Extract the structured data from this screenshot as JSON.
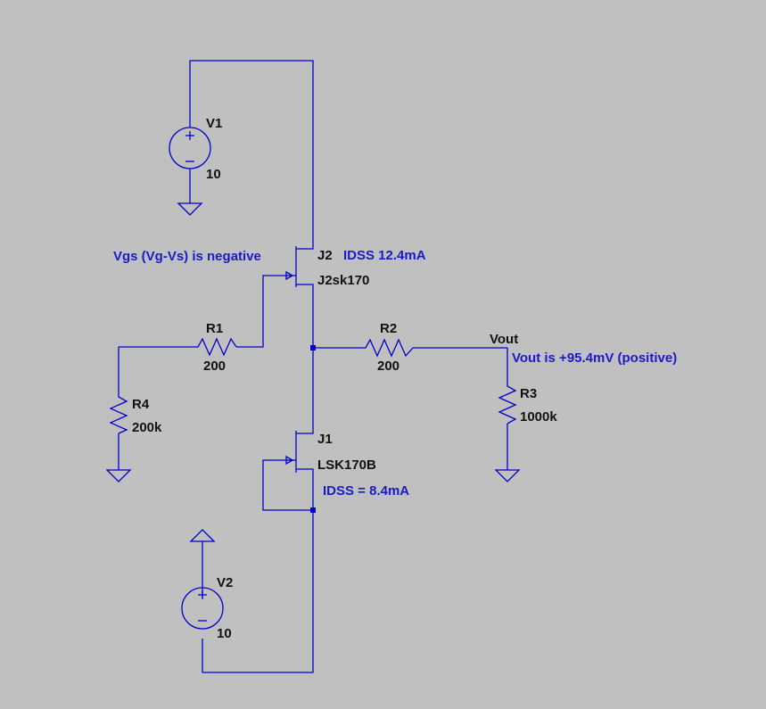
{
  "colors": {
    "background": "#c0c0c0",
    "wire": "#0000cc",
    "label": "#111111",
    "annotation": "#1a1acc"
  },
  "components": {
    "v1": {
      "name": "V1",
      "value": "10"
    },
    "v2": {
      "name": "V2",
      "value": "10"
    },
    "j2": {
      "name": "J2",
      "model": "J2sk170",
      "idss": "IDSS 12.4mA"
    },
    "j1": {
      "name": "J1",
      "model": "LSK170B",
      "idss": "IDSS = 8.4mA"
    },
    "r1": {
      "name": "R1",
      "value": "200"
    },
    "r2": {
      "name": "R2",
      "value": "200"
    },
    "r3": {
      "name": "R3",
      "value": "1000k"
    },
    "r4": {
      "name": "R4",
      "value": "200k"
    }
  },
  "net_labels": {
    "vout": "Vout"
  },
  "annotations": {
    "vgs": "Vgs (Vg-Vs) is negative",
    "vout": "Vout is +95.4mV (positive)"
  }
}
